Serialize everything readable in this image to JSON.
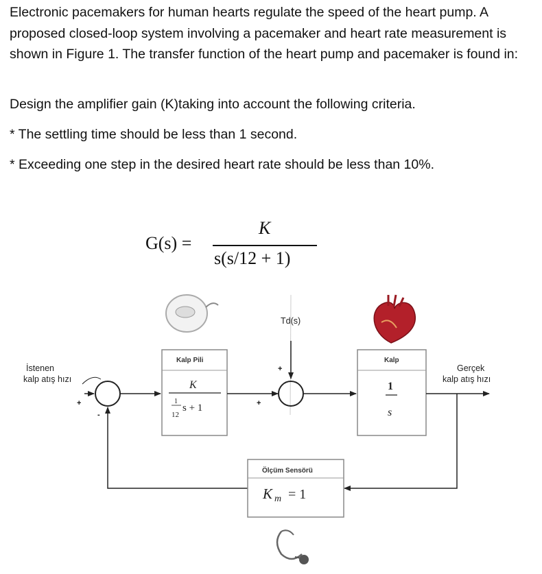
{
  "problem": {
    "paragraph1": "Electronic pacemakers for human hearts regulate the speed of the heart pump. A proposed closed-loop system involving a pacemaker and heart rate measurement is shown in Figure 1. The transfer function of the heart pump and pacemaker is found in:",
    "paragraph2": "Design the amplifier gain (K)taking into account the following criteria.",
    "criterion1": "* The settling time should be less than 1 second.",
    "criterion2": "* Exceeding one step in the desired heart rate should be less than 10%."
  },
  "formula": {
    "lhs": "G(s) =",
    "numerator": "K",
    "denominator": "s(s/12 + 1)"
  },
  "diagram": {
    "input_label_line1": "İstenen",
    "input_label_line2": "kalp atış hızı",
    "output_label_line1": "Gerçek",
    "output_label_line2": "kalp atış hızı",
    "pacemaker_block": {
      "title": "Kalp Pili",
      "numerator": "K",
      "den_frac_num": "1",
      "den_frac_den": "12",
      "den_rest": "s + 1"
    },
    "disturbance_label": "Td(s)",
    "heart_block": {
      "title": "Kalp",
      "numerator": "1",
      "denominator": "s"
    },
    "sensor_block": {
      "title": "Ölçüm Sensörü",
      "expr_var": "K",
      "expr_sub": "m",
      "expr_rest": " = 1"
    },
    "sum1_signs": {
      "top": "+",
      "bottom": "-"
    },
    "sum2_signs": {
      "top": "+",
      "left": "+"
    }
  }
}
